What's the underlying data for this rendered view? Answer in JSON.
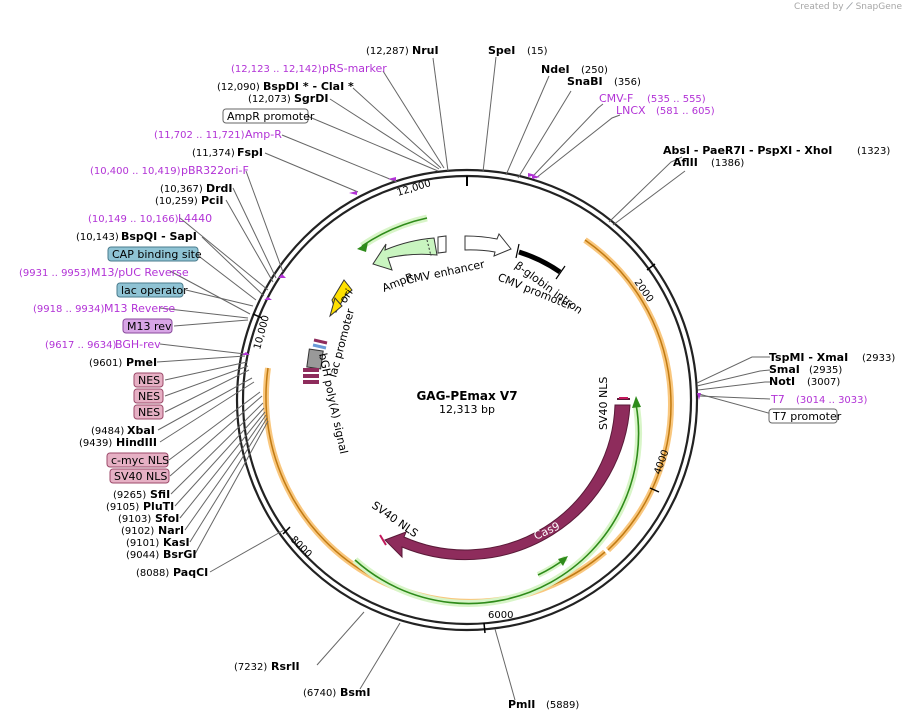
{
  "credit": {
    "text": "Created by",
    "brand": "SnapGene"
  },
  "map": {
    "name": "GAG-PEmax V7",
    "length": "12,313 bp"
  },
  "ticks": [
    "2000",
    "4000",
    "6000",
    "8000",
    "10,000",
    "12,000"
  ],
  "right_sites": [
    {
      "num": "(12,287)",
      "label": "NruI"
    },
    {
      "num": "(15)",
      "label": "SpeI"
    },
    {
      "num": "(250)",
      "label": "NdeI"
    },
    {
      "num": "(356)",
      "label": "SnaBI"
    },
    {
      "num": "(1323)",
      "label": "AbsI  - PaeR7I  - PspXI  - XhoI"
    },
    {
      "num": "(1386)",
      "label": "AflII"
    },
    {
      "num": "(2933)",
      "label": "TspMI  - XmaI"
    },
    {
      "num": "(2935)",
      "label": "SmaI"
    },
    {
      "num": "(3007)",
      "label": "NotI"
    },
    {
      "num": "(5889)",
      "label": "PmlI"
    },
    {
      "num": "(6740)",
      "label": "BsmI"
    },
    {
      "num": "(7232)",
      "label": "RsrII"
    }
  ],
  "right_primers": [
    {
      "num": "(535 .. 555)",
      "label": "CMV-F"
    },
    {
      "num": "(581 .. 605)",
      "label": "LNCX"
    },
    {
      "num": "(3014 .. 3033)",
      "label": "T7"
    }
  ],
  "t7_box": "T7 promoter",
  "left_sites": [
    {
      "num": "(12,090)",
      "label": "BspDI *  - ClaI *"
    },
    {
      "num": "(12,073)",
      "label": "SgrDI"
    },
    {
      "num": "(11,374)",
      "label": "FspI"
    },
    {
      "num": "(10,367)",
      "label": "DrdI"
    },
    {
      "num": "(10,259)",
      "label": "PciI"
    },
    {
      "num": "(10,143)",
      "label": "BspQI    - SapI"
    },
    {
      "num": "(9601)",
      "label": "PmeI"
    },
    {
      "num": "(9484)",
      "label": "XbaI"
    },
    {
      "num": "(9439)",
      "label": "HindIII"
    },
    {
      "num": "(9265)",
      "label": "SfiI"
    },
    {
      "num": "(9105)",
      "label": "PluTI"
    },
    {
      "num": "(9103)",
      "label": "SfoI"
    },
    {
      "num": "(9102)",
      "label": "NarI"
    },
    {
      "num": "(9101)",
      "label": "KasI"
    },
    {
      "num": "(9044)",
      "label": "BsrGI"
    },
    {
      "num": "(8088)",
      "label": "PaqCI"
    }
  ],
  "left_primers": [
    {
      "num": "(12,123 .. 12,142)",
      "label": "pRS-marker"
    },
    {
      "num": "(11,702 .. 11,721)",
      "label": "Amp-R"
    },
    {
      "num": "(10,400 .. 10,419)",
      "label": "pBR322ori-F"
    },
    {
      "num": "(10,149 .. 10,166)",
      "label": "L4440"
    },
    {
      "num": "(9931 .. 9953)",
      "label": "M13/pUC Reverse"
    },
    {
      "num": "(9918 .. 9934)",
      "label": "M13 Reverse"
    },
    {
      "num": "(9617 .. 9634)",
      "label": "BGH-rev"
    }
  ],
  "left_boxes": {
    "ampr_promoter": "AmpR promoter",
    "cap_site": "CAP binding site",
    "lac_operator": "lac operator",
    "m13_rev": "M13 rev",
    "nes1": "NES",
    "nes2": "NES",
    "nes3": "NES",
    "cmyc": "c-myc NLS",
    "sv40": "SV40 NLS"
  },
  "inner_features": {
    "ampr": "AmpR",
    "cmv_enhancer": "CMV enhancer",
    "cmv_promoter": "CMV promoter",
    "bglobin": "β-globin intron",
    "ori": "ori",
    "lac_promoter": "lac promoter",
    "bgh": "bGH poly(A) signal",
    "sv40_right": "SV40 NLS",
    "sv40_bottom": "SV40 NLS",
    "cas9": "Cas9"
  },
  "colors": {
    "primer": "#b233d6",
    "ampr_fill": "#c9f5c0",
    "ori_fill": "#ffe000",
    "cas9_fill": "#8e2c5c",
    "orange_arc": "#f5a623",
    "green_arc": "#2e8b1a",
    "cap_box": "#8fc3d4",
    "lac_box": "#8fc3d4",
    "m13_box": "#d8a6e6",
    "nls_box": "#e6b0c4"
  }
}
